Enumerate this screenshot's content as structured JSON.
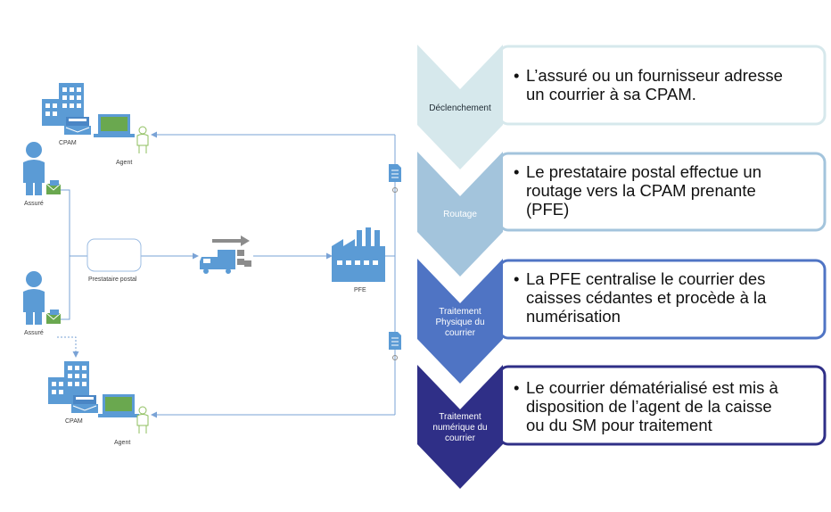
{
  "colors": {
    "line": "#7aa3d6",
    "icon_blue": "#5b9bd5",
    "envelope_green": "#6aa84f",
    "screen_green": "#6aa84f",
    "agent_outline": "#8fbf5f",
    "step1": "#d6e8ec",
    "step2": "#a3c4dc",
    "step3": "#4f74c4",
    "step4": "#2f2f87",
    "card_border1": "#d6e8ec",
    "card_border2": "#a3c4dc",
    "card_border3": "#4f74c4",
    "card_border4": "#2f2f87"
  },
  "labels": {
    "cpam_top": "CPAM",
    "agent_top": "Agent",
    "assure_top": "Assuré",
    "prestataire": "Prestataire postal",
    "pfe": "PFE",
    "assure_bottom": "Assuré",
    "cpam_bottom": "CPAM",
    "agent_bottom": "Agent"
  },
  "icons": {
    "building": "building-icon",
    "laptop": "laptop-icon",
    "person": "person-icon",
    "envelope": "envelope-icon",
    "truck": "truck-icon",
    "factory": "factory-icon",
    "document": "document-icon"
  },
  "steps": [
    {
      "lines": [
        "Déclenchement"
      ],
      "card": "L’assuré ou un fournisseur adresse un courrier à sa CPAM."
    },
    {
      "lines": [
        "Routage"
      ],
      "card": "Le prestataire postal effectue un routage vers la CPAM prenante (PFE)"
    },
    {
      "lines": [
        "Traitement",
        "Physique du",
        "courrier"
      ],
      "card": "La PFE centralise le courrier des caisses cédantes et procède à la numérisation"
    },
    {
      "lines": [
        "Traitement",
        "numérique du",
        "courrier"
      ],
      "card": "Le courrier dématérialisé est mis à disposition de l’agent de la caisse ou du SM pour traitement"
    }
  ],
  "card_lines": [
    [
      "L’assuré ou un fournisseur adresse",
      "un courrier à sa CPAM."
    ],
    [
      "Le prestataire postal effectue un",
      "routage vers la CPAM prenante",
      "(PFE)"
    ],
    [
      "La PFE centralise le courrier des",
      "caisses cédantes et procède à la",
      "numérisation"
    ],
    [
      "Le courrier dématérialisé est mis à",
      "disposition de l’agent de la caisse",
      "ou du SM pour traitement"
    ]
  ]
}
